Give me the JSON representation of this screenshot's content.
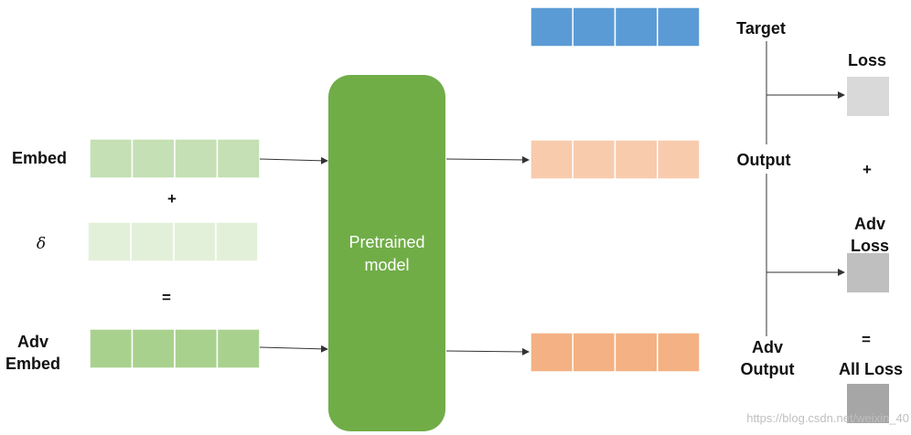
{
  "labels": {
    "embed": "Embed",
    "plus_left": "+",
    "delta": "δ",
    "equals_left": "=",
    "adv_embed_line1": "Adv",
    "adv_embed_line2": "Embed",
    "model_line1": "Pretrained",
    "model_line2": "model",
    "target": "Target",
    "output": "Output",
    "adv_output_line1": "Adv",
    "adv_output_line2": "Output",
    "loss": "Loss",
    "plus_right": "+",
    "adv_loss_line1": "Adv",
    "adv_loss_line2": "Loss",
    "equals_right": "=",
    "all_loss": "All Loss",
    "watermark": "https://blog.csdn.net/weixin_40"
  },
  "colors": {
    "embed": "#c5e0b4",
    "delta": "#e2f0d9",
    "adv_embed": "#a9d18e",
    "model": "#70ad47",
    "target": "#5b9bd5",
    "output": "#f8cbad",
    "adv_output": "#f4b183",
    "loss": "#d9d9d9",
    "adv_loss": "#bfbfbf",
    "all_loss": "#a6a6a6",
    "arrow": "#333333"
  }
}
